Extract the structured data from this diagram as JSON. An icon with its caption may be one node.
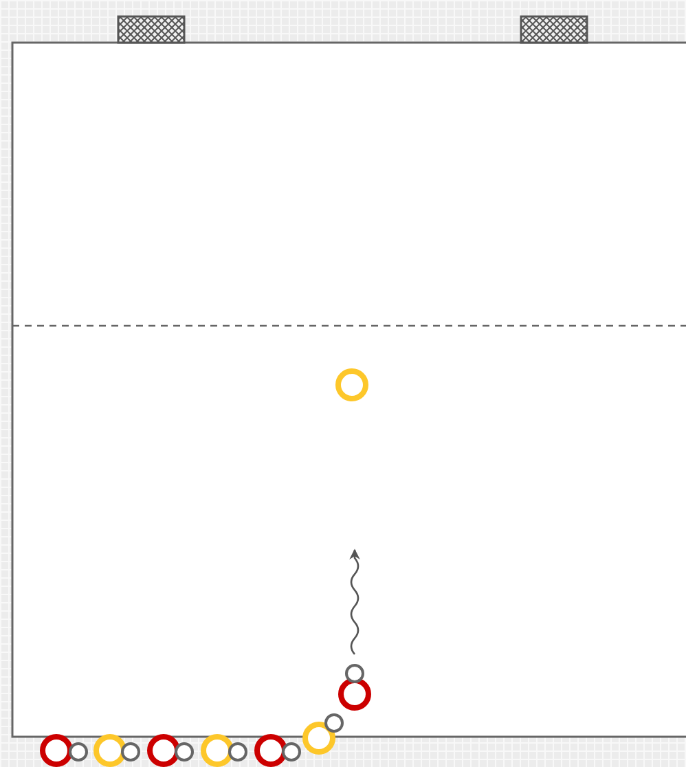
{
  "diagram": {
    "nodes": [
      {
        "text": [],
        "shape": "circle"
      },
      {
        "text": [],
        "shape": "circle"
      },
      {
        "text": [],
        "shape": "circle"
      },
      {
        "text": [],
        "shape": "circle"
      },
      {
        "text": [],
        "shape": "circle"
      },
      {
        "text": [],
        "shape": "circle"
      },
      {
        "text": [],
        "shape": "circle"
      },
      {
        "text": [],
        "shape": "circle"
      },
      {
        "text": [],
        "shape": "circle"
      },
      {
        "text": [],
        "shape": "circle"
      },
      {
        "text": [],
        "shape": "circle"
      },
      {
        "text": [],
        "shape": "circle"
      },
      {
        "text": [],
        "shape": "circle"
      },
      {
        "text": [],
        "shape": "circle"
      },
      {
        "text": [],
        "shape": "circle"
      }
    ]
  }
}
